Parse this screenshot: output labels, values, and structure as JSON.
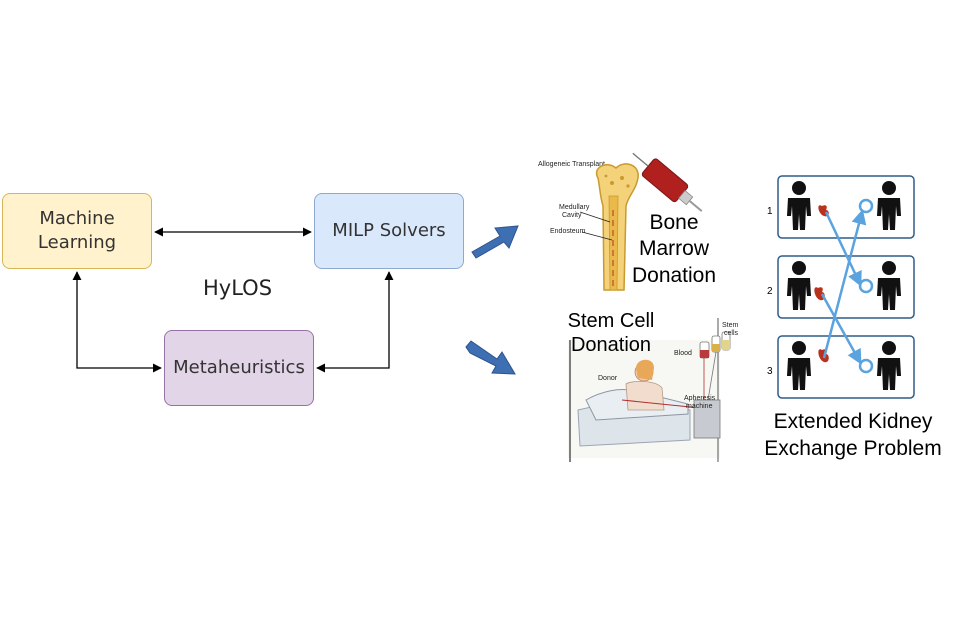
{
  "diagram": {
    "nodes": {
      "machine_learning": [
        "Machine",
        "Learning"
      ],
      "milp_solvers": "MILP Solvers",
      "metaheuristics": "Metaheuristics"
    },
    "center_label": "HyLOS"
  },
  "applications": {
    "bone_marrow": {
      "label": [
        "Bone",
        "Marrow",
        "Donation"
      ],
      "figure_text": {
        "header": "Allogeneic Transplant",
        "medullary": [
          "Medullary",
          "Cavity"
        ],
        "endosteum": "Endosteum"
      }
    },
    "stem_cell": {
      "label": [
        "Stem Cell",
        "Donation"
      ],
      "figure_text": {
        "stem_cells": [
          "Stem",
          "cells"
        ],
        "blood": "Blood",
        "donor": "Donor",
        "apheresis": [
          "Apheresis",
          "machine"
        ]
      }
    },
    "kidney": {
      "label": [
        "Extended Kidney",
        "Exchange Problem"
      ],
      "pair_numbers": [
        "1",
        "2",
        "3"
      ]
    }
  },
  "colors": {
    "ml_fill": "#fff2cc",
    "ml_border": "#d6b656",
    "milp_fill": "#dae8fc",
    "milp_border": "#8ea9d0",
    "meta_fill": "#e1d5e7",
    "meta_border": "#9673a6",
    "flow_arrow": "#3f6fb3",
    "kidney_link": "#5aa3df",
    "kidney_panel_border": "#2f5d8a"
  }
}
